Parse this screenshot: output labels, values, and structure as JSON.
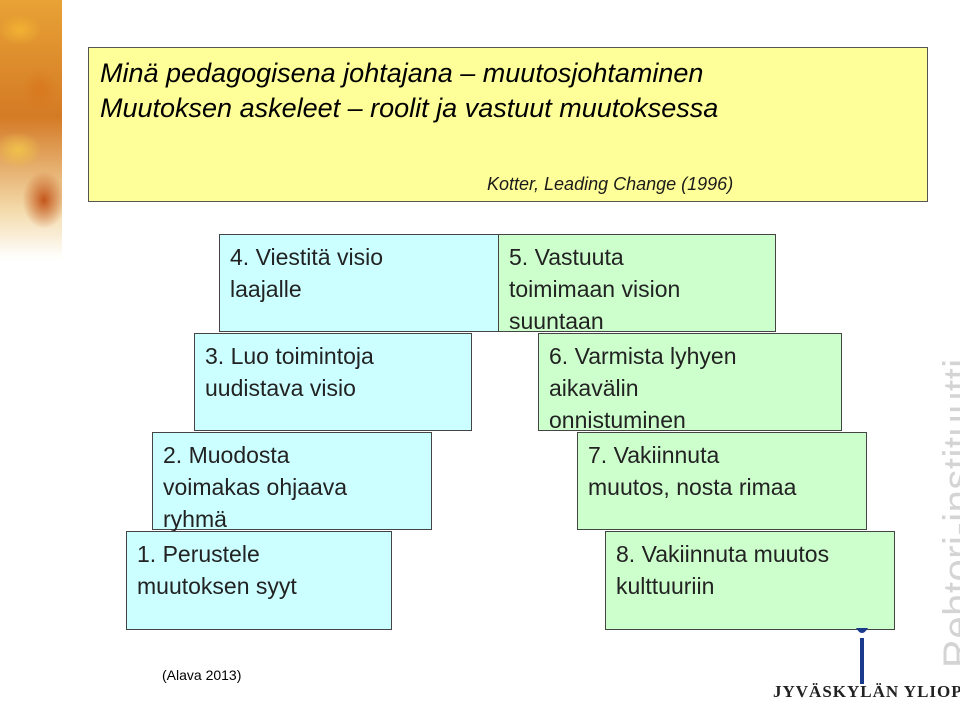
{
  "header": {
    "title_line1": "Minä pedagogisena johtajana – muutosjohtaminen",
    "title_line2": "Muutoksen askeleet – roolit ja vastuut muutoksessa",
    "citation": "Kotter, Leading Change (1996)"
  },
  "steps": {
    "s1": {
      "line1": "1. Perustele",
      "line2": "muutoksen syyt"
    },
    "s2": {
      "line1": "2. Muodosta",
      "line2": "voimakas ohjaava",
      "line3": "ryhmä"
    },
    "s3": {
      "line1": "3. Luo toimintoja",
      "line2": "uudistava visio"
    },
    "s4": {
      "line1": "4. Viestitä visio",
      "line2": "laajalle"
    },
    "s5": {
      "line1": "5. Vastuuta",
      "line2": "toimimaan vision",
      "line3": "suuntaan"
    },
    "s6": {
      "line1": "6. Varmista lyhyen",
      "line2": "aikavälin",
      "line3": "onnistuminen"
    },
    "s7": {
      "line1": "7. Vakiinnuta",
      "line2": "muutos, nosta rimaa"
    },
    "s8": {
      "line1": "8. Vakiinnuta muutos",
      "line2": "kulttuuriin"
    }
  },
  "footer": {
    "source": "(Alava 2013)",
    "institute": "Rehtori-instituutti",
    "university": "JYVÄSKYLÄN YLIOPISTO"
  },
  "colors": {
    "header_bg": "#ffff99",
    "left_steps_bg": "#ccffff",
    "right_steps_bg": "#ccffcc"
  }
}
